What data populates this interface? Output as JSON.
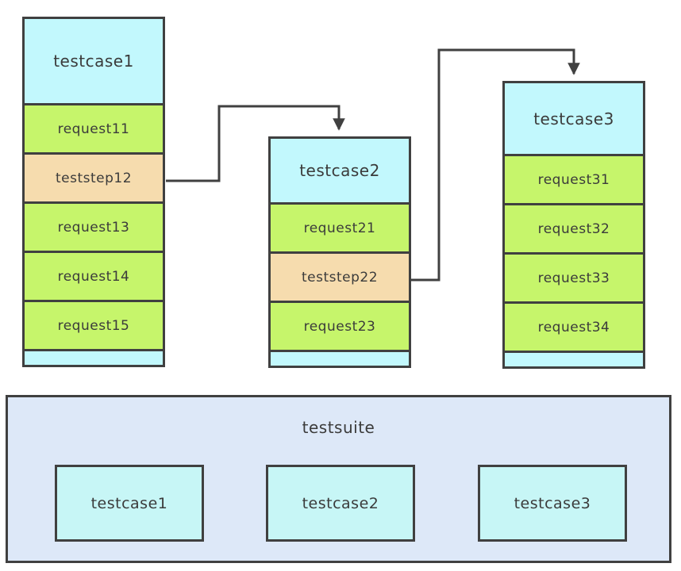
{
  "diagram": {
    "testcases": [
      {
        "title": "testcase1",
        "rows": [
          {
            "label": "request11",
            "type": "request"
          },
          {
            "label": "teststep12",
            "type": "teststep"
          },
          {
            "label": "request13",
            "type": "request"
          },
          {
            "label": "request14",
            "type": "request"
          },
          {
            "label": "request15",
            "type": "request"
          }
        ]
      },
      {
        "title": "testcase2",
        "rows": [
          {
            "label": "request21",
            "type": "request"
          },
          {
            "label": "teststep22",
            "type": "teststep"
          },
          {
            "label": "request23",
            "type": "request"
          }
        ]
      },
      {
        "title": "testcase3",
        "rows": [
          {
            "label": "request31",
            "type": "request"
          },
          {
            "label": "request32",
            "type": "request"
          },
          {
            "label": "request33",
            "type": "request"
          },
          {
            "label": "request34",
            "type": "request"
          }
        ]
      }
    ],
    "connections": [
      {
        "from": "teststep12",
        "to": "testcase2"
      },
      {
        "from": "teststep22",
        "to": "testcase3"
      }
    ],
    "testsuite": {
      "title": "testsuite",
      "members": [
        "testcase1",
        "testcase2",
        "testcase3"
      ]
    },
    "colors": {
      "header_fill": "#c2f8fd",
      "request_fill": "#c6f56b",
      "teststep_fill": "#f6dcae",
      "suite_fill": "#dde8f8",
      "suite_item_fill": "#c7f6f6",
      "line": "#404040",
      "text": "#3b3b3b"
    }
  }
}
